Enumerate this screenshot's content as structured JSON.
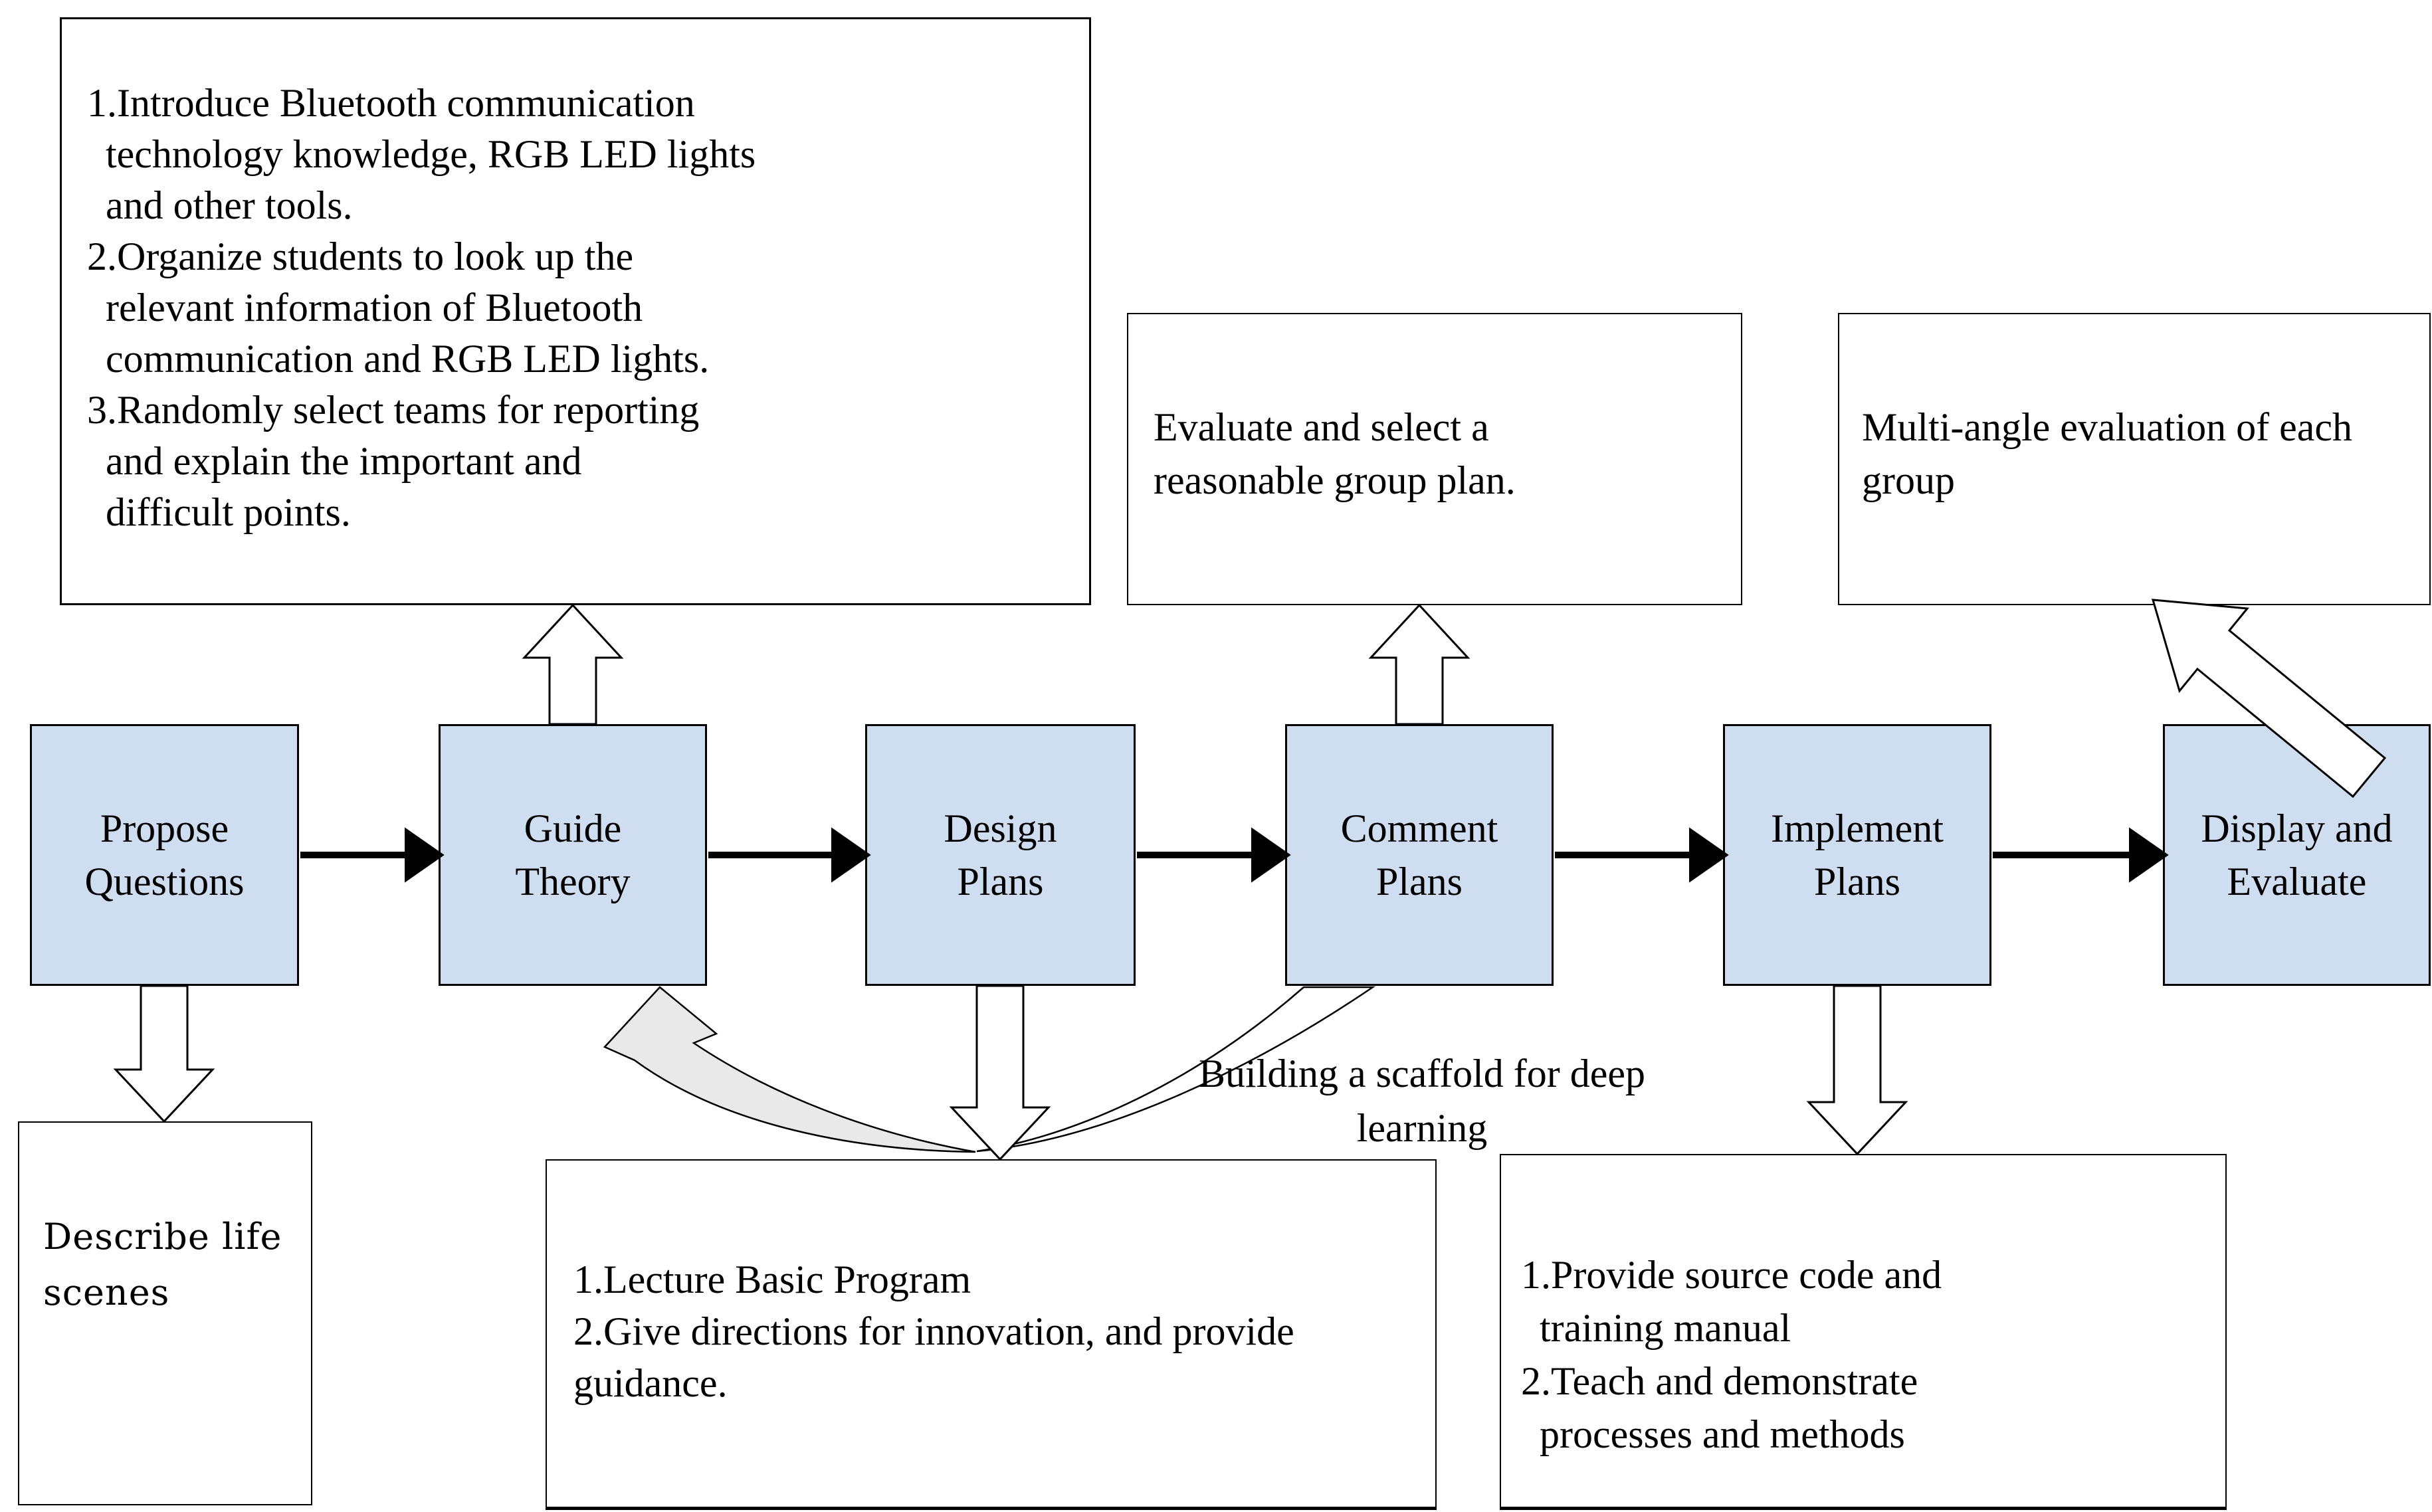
{
  "figure": {
    "type": "teaching-process-flowchart",
    "colors": {
      "flow_box_fill": "#cfddf1",
      "box_border": "#000000",
      "block_arrow_fill": "#ffffff",
      "feedback_swoosh_fill": "#e9e9e9",
      "solid_arrow": "#000000"
    }
  },
  "flow_boxes": [
    {
      "name": "propose-questions",
      "lines": [
        "Propose",
        "Questions"
      ]
    },
    {
      "name": "guide-theory",
      "lines": [
        "Guide",
        "Theory"
      ]
    },
    {
      "name": "design-plans",
      "lines": [
        "Design",
        "Plans"
      ]
    },
    {
      "name": "comment-plans",
      "lines": [
        "Comment",
        "Plans"
      ]
    },
    {
      "name": "implement-plans",
      "lines": [
        "Implement",
        "Plans"
      ]
    },
    {
      "name": "display-evaluate",
      "lines": [
        "Display and",
        "Evaluate"
      ]
    }
  ],
  "notes": {
    "top_left": {
      "lines": [
        "1.Introduce Bluetooth communication",
        "technology knowledge, RGB LED lights",
        "and other tools.",
        "2.Organize students to look up the",
        "relevant information of Bluetooth",
        "communication and RGB LED lights.",
        "3.Randomly select teams for reporting",
        "and explain the important and",
        "difficult points."
      ]
    },
    "evaluate_plan": {
      "lines": [
        "Evaluate and select a",
        "reasonable group plan."
      ]
    },
    "multi_angle": {
      "lines": [
        "Multi-angle evaluation of each",
        "group"
      ]
    },
    "describe_scenes": {
      "lines": [
        "Describe life",
        "scenes"
      ]
    },
    "lecture_program": {
      "lines": [
        "1.Lecture Basic Program",
        "2.Give directions for innovation, and provide",
        "guidance."
      ]
    },
    "provide_code": {
      "lines": [
        "1.Provide source code and",
        "training manual",
        "2.Teach and demonstrate",
        "processes and methods"
      ]
    },
    "scaffold_label": {
      "lines": [
        "Building a scaffold for deep",
        "learning"
      ]
    }
  }
}
